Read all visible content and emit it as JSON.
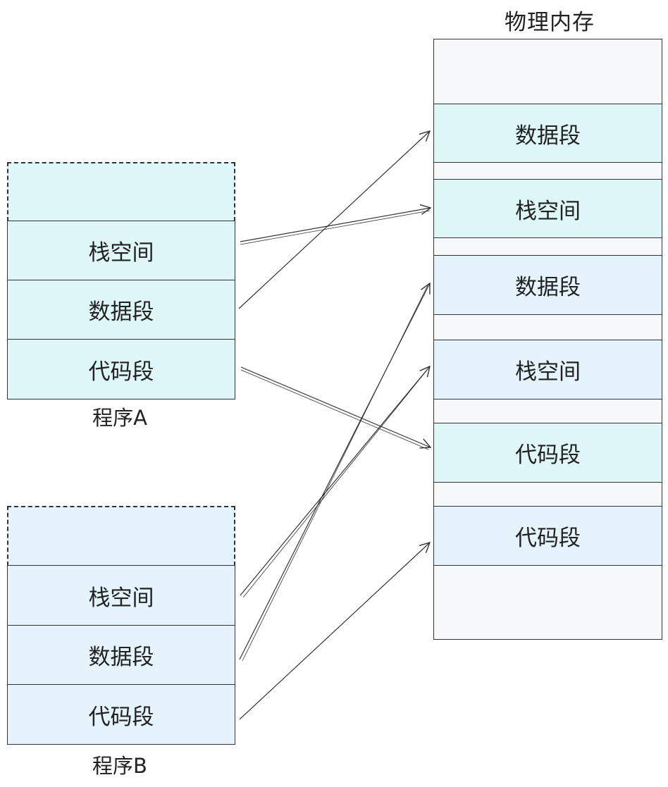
{
  "memory": {
    "title": "物理内存",
    "segments": [
      "数据段",
      "栈空间",
      "数据段",
      "栈空间",
      "代码段",
      "代码段"
    ]
  },
  "program_a": {
    "label": "程序A",
    "segments": [
      "栈空间",
      "数据段",
      "代码段"
    ]
  },
  "program_b": {
    "label": "程序B",
    "segments": [
      "栈空间",
      "数据段",
      "代码段"
    ]
  },
  "colors": {
    "program_a_fill": "#dff7f8",
    "program_b_fill": "#e4f3fc",
    "memory_empty_fill": "#f6f8f9",
    "line": "#333333"
  }
}
